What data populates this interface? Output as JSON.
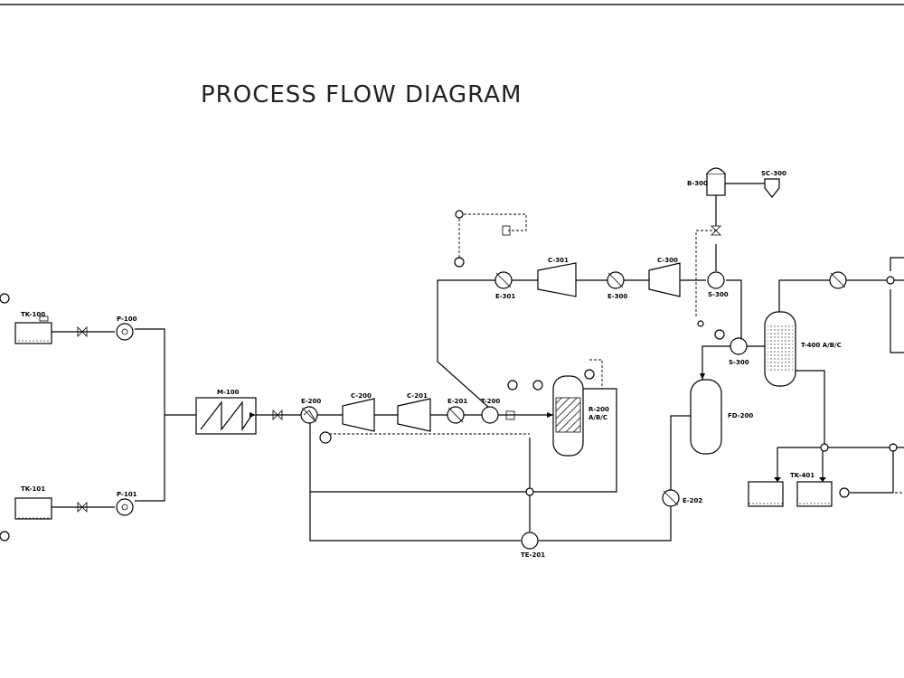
{
  "title": "PROCESS FLOW DIAGRAM",
  "equipment": {
    "tk100": "TK-100",
    "tk101": "TK-101",
    "p100": "P-100",
    "p101": "P-101",
    "m100": "M-100",
    "e200": "E-200",
    "c200": "C-200",
    "c201": "C-201",
    "e201": "E-201",
    "t200": "T-200",
    "r200_1": "R-200",
    "r200_2": "A/B/C",
    "te201": "TE-201",
    "e301": "E-301",
    "c301": "C-301",
    "e300": "E-300",
    "c300": "C-300",
    "b300": "B-300",
    "sc300": "SC-300",
    "s300a": "S-300",
    "s300b": "S-300",
    "fd200": "FD-200",
    "e202": "E-202",
    "t400": "T-400 A/B/C",
    "tk401": "TK-401"
  },
  "colors": {
    "ink": "#000000",
    "frame": "#555555",
    "hatch": "#444444"
  }
}
